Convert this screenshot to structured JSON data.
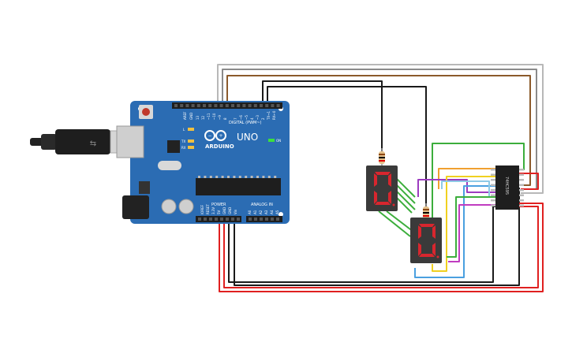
{
  "board": {
    "brand": "ARDUINO",
    "model": "UNO",
    "digital_label": "DIGITAL (PWM~)",
    "power_label": "POWER",
    "analog_label": "ANALOG IN",
    "aref": "AREF",
    "gnd": "GND",
    "pin13": "13",
    "pin12": "12",
    "pin11": "~11",
    "pin10": "~10",
    "pin9": "~9",
    "pin8": "8",
    "pin7": "7",
    "pin6": "~6",
    "pin5": "~5",
    "pin4": "4",
    "pin3": "~3",
    "pin2": "2",
    "tx1": "TX→1",
    "rx0": "RX←0",
    "tx": "TX",
    "rx": "RX",
    "l": "L",
    "on": "ON",
    "ioref": "IOREF",
    "reset": "RESET",
    "v33": "3.3V",
    "v5": "5V",
    "vin": "Vin",
    "a0": "A0",
    "a1": "A1",
    "a2": "A2",
    "a3": "A3",
    "a4": "A4",
    "a5": "A5"
  },
  "shift_register": {
    "label": "74HC595"
  },
  "colors": {
    "board": "#2b6cb3",
    "display": "#3a3a3a",
    "segment": "#d8262e",
    "wire_black": "#1a1a1a",
    "wire_red": "#e02020",
    "wire_green": "#3cae3c",
    "wire_orange": "#f0a030",
    "wire_purple": "#9c3cc0",
    "wire_blue": "#4aa0e0",
    "wire_yellow": "#f0d020",
    "wire_brown": "#8b5a2b",
    "wire_grey": "#a0a0a0"
  }
}
